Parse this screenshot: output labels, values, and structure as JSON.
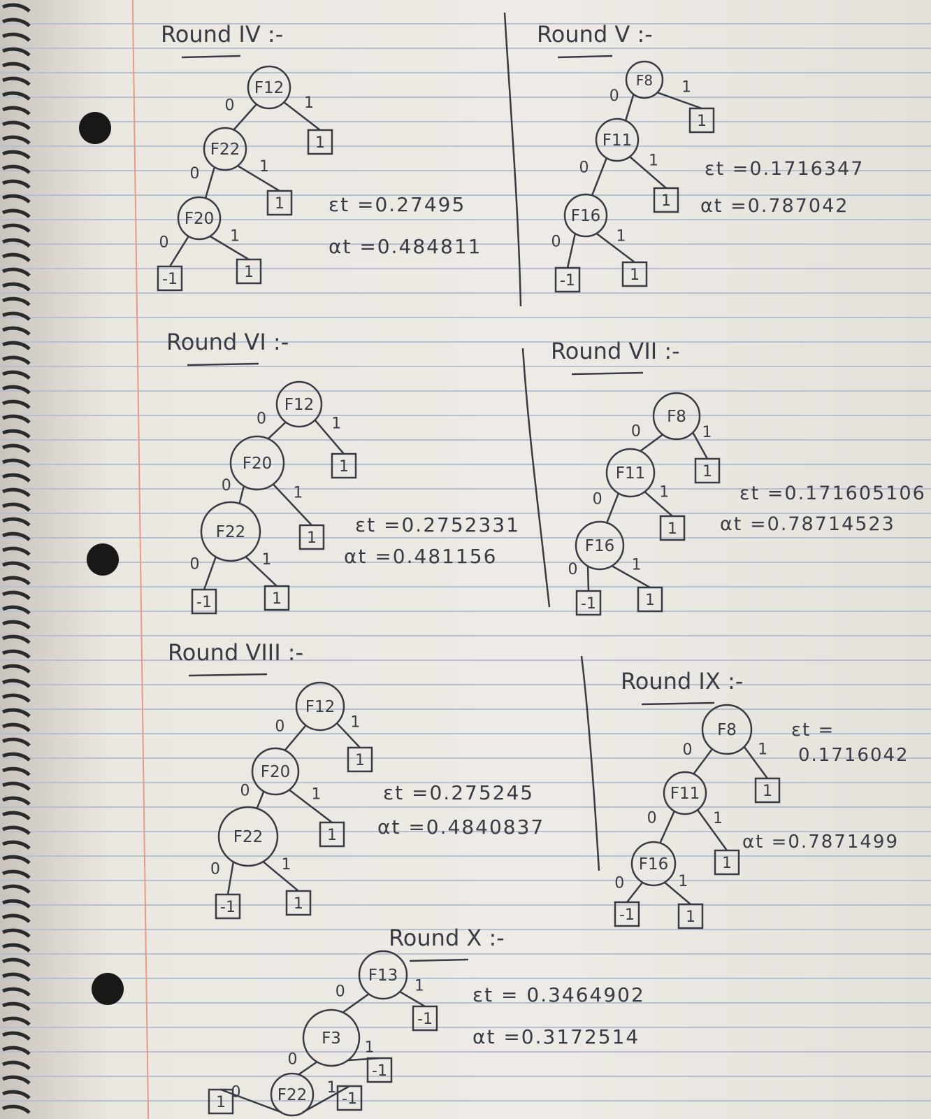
{
  "rounds": [
    {
      "title": "Round IV :-",
      "root": "F12",
      "n1": "F22",
      "n2": "F20",
      "leaf_root_1": "1",
      "leaf_n1_1": "1",
      "leaf_n2_0": "-1",
      "leaf_n2_1": "1",
      "error": "εt =0.27495",
      "alpha": "αt =0.484811"
    },
    {
      "title": "Round V :-",
      "root": "F8",
      "n1": "F11",
      "n2": "F16",
      "leaf_root_1": "1",
      "leaf_n1_1": "1",
      "leaf_n2_0": "-1",
      "leaf_n2_1": "1",
      "error": "εt =0.1716347",
      "alpha": "αt =0.787042"
    },
    {
      "title": "Round VI :-",
      "root": "F12",
      "n1": "F20",
      "n2": "F22",
      "leaf_root_1": "1",
      "leaf_n1_1": "1",
      "leaf_n2_0": "-1",
      "leaf_n2_1": "1",
      "error": "εt =0.2752331",
      "alpha": "αt =0.481156"
    },
    {
      "title": "Round VII :-",
      "root": "F8",
      "n1": "F11",
      "n2": "F16",
      "leaf_root_1": "1",
      "leaf_n1_1": "1",
      "leaf_n2_0": "-1",
      "leaf_n2_1": "1",
      "error": "εt =0.171605106",
      "alpha": "αt =0.78714523"
    },
    {
      "title": "Round VIII :-",
      "root": "F12",
      "n1": "F20",
      "n2": "F22",
      "leaf_root_1": "1",
      "leaf_n1_1": "1",
      "leaf_n2_0": "-1",
      "leaf_n2_1": "1",
      "error": "εt =0.275245",
      "alpha": "αt =0.4840837"
    },
    {
      "title": "Round IX :-",
      "root": "F8",
      "n1": "F11",
      "n2": "F16",
      "leaf_root_1": "1",
      "leaf_n1_1": "1",
      "leaf_n2_0": "-1",
      "leaf_n2_1": "1",
      "error": "εt =",
      "error2": "0.1716042",
      "alpha": "αt =0.7871499"
    },
    {
      "title": "Round X :-",
      "root": "F13",
      "n1": "F3",
      "n2": "F22",
      "leaf_root_1": "-1",
      "leaf_n1_1": "-1",
      "leaf_n2_0": "1",
      "leaf_n2_1": "-1",
      "error": "εt = 0.3464902",
      "alpha": "αt =0.3172514"
    }
  ],
  "edge_labels": {
    "zero": "0",
    "one": "1"
  }
}
